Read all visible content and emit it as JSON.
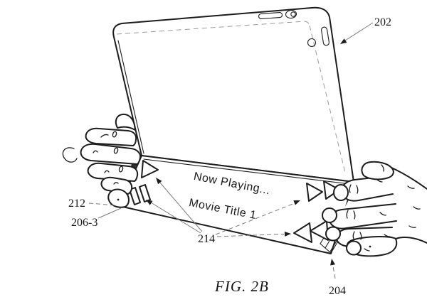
{
  "figure": {
    "caption": "FIG. 2B",
    "edge_display": {
      "now_playing": "Now Playing...",
      "movie_title": "Movie Title 1"
    },
    "icons": {
      "play": "play-icon",
      "pause": "pause-icon",
      "fast_forward": "fast-forward-icon",
      "rewind": "rewind-icon"
    },
    "labels": {
      "l202": "202",
      "l212": "212",
      "l206_3": "206-3",
      "l214": "214",
      "l204": "204"
    },
    "colors": {
      "ink": "#1c1c1c",
      "leader": "#7a7a7a",
      "background": "#ffffff"
    }
  }
}
